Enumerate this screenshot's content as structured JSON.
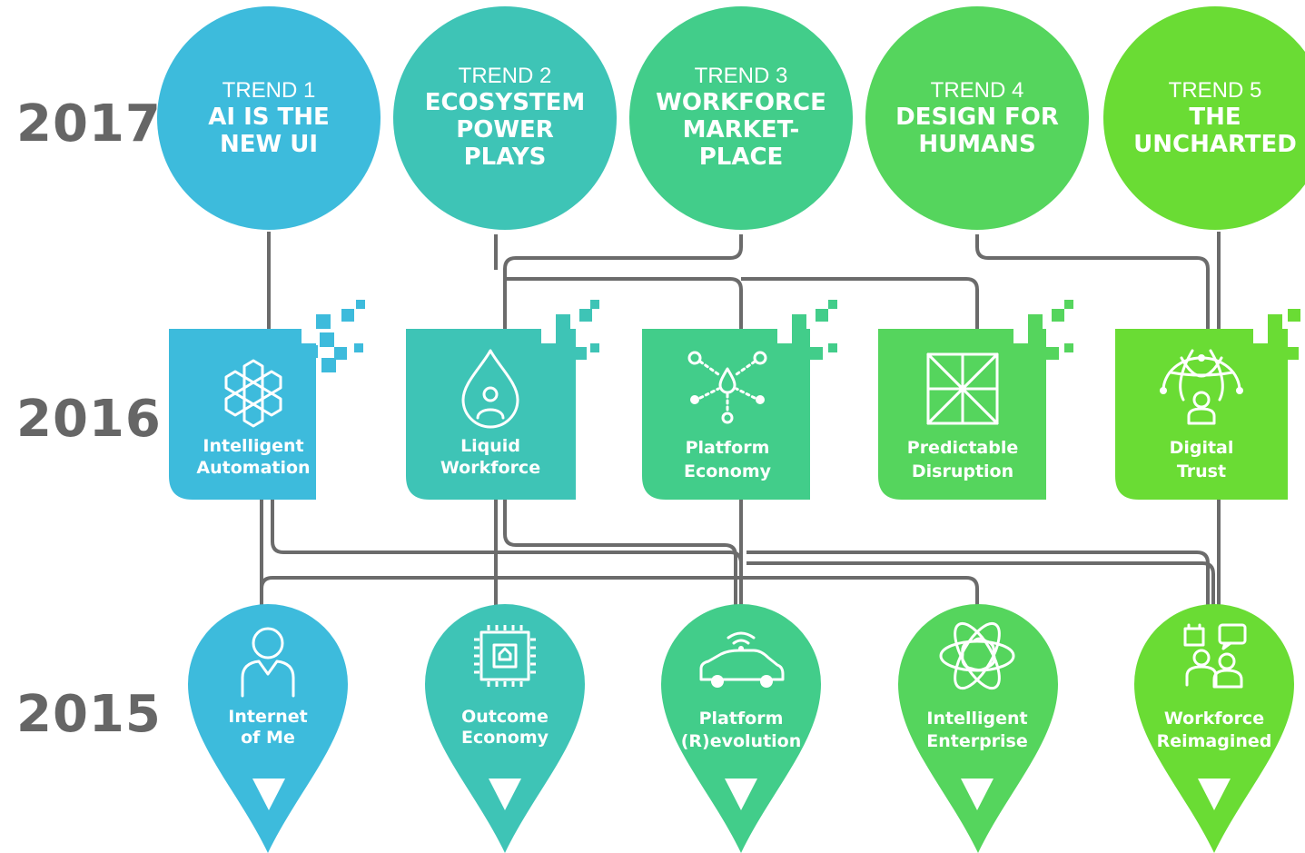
{
  "years": {
    "y2017": "2017",
    "y2016": "2016",
    "y2015": "2015"
  },
  "colors": {
    "c1": "#3dbbdc",
    "c2": "#3ec4b6",
    "c3": "#42cd8a",
    "c4": "#55d55d",
    "c5": "#6adc34",
    "year_text": "#666666",
    "connector": "#6b6b6b"
  },
  "trends": [
    {
      "number": "TREND 1",
      "lines": [
        "AI IS THE",
        "NEW UI"
      ]
    },
    {
      "number": "TREND 2",
      "lines": [
        "ECOSYSTEM",
        "POWER",
        "PLAYS"
      ]
    },
    {
      "number": "TREND 3",
      "lines": [
        "WORKFORCE",
        "MARKET-",
        "PLACE"
      ]
    },
    {
      "number": "TREND 4",
      "lines": [
        "DESIGN FOR",
        "HUMANS"
      ]
    },
    {
      "number": "TREND 5",
      "lines": [
        "THE",
        "UNCHARTED"
      ]
    }
  ],
  "trends_2016": [
    {
      "lines": [
        "Intelligent",
        "Automation"
      ],
      "icon": "hexagon-cluster-icon"
    },
    {
      "lines": [
        "Liquid",
        "Workforce"
      ],
      "icon": "water-drop-person-icon"
    },
    {
      "lines": [
        "Platform",
        "Economy"
      ],
      "icon": "network-nodes-icon"
    },
    {
      "lines": [
        "Predictable",
        "Disruption"
      ],
      "icon": "pinwheel-icon"
    },
    {
      "lines": [
        "Digital",
        "Trust"
      ],
      "icon": "globe-person-icon"
    }
  ],
  "trends_2015": [
    {
      "lines": [
        "Internet",
        "of Me"
      ],
      "icon": "person-icon"
    },
    {
      "lines": [
        "Outcome",
        "Economy"
      ],
      "icon": "chip-icon"
    },
    {
      "lines": [
        "Platform",
        "(R)evolution"
      ],
      "icon": "connected-car-icon"
    },
    {
      "lines": [
        "Intelligent",
        "Enterprise"
      ],
      "icon": "brain-atom-icon"
    },
    {
      "lines": [
        "Workforce",
        "Reimagined"
      ],
      "icon": "people-robot-icon"
    }
  ]
}
